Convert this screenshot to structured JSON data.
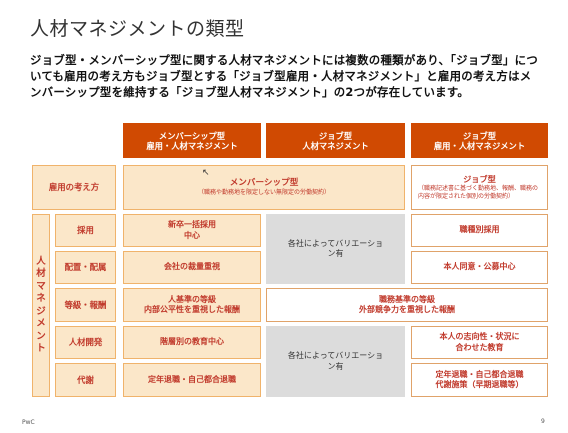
{
  "title": "人材マネジメントの類型",
  "intro": "ジョブ型・メンバーシップ型に関する人材マネジメントには複数の種類があり、「ジョブ型」についても雇用の考え方もジョブ型とする「ジョブ型雇用・人材マネジメント」と雇用の考え方はメンバーシップ型を維持する「ジョブ型人材マネジメント」の2つが存在しています。",
  "headers": {
    "membership": {
      "line1": "メンバーシップ型",
      "line2": "雇用・人材マネジメント"
    },
    "job_hr": {
      "line1": "ジョブ型",
      "line2": "人材マネジメント"
    },
    "job_emp": {
      "line1": "ジョブ型",
      "line2": "雇用・人材マネジメント"
    }
  },
  "rows": {
    "employment": {
      "label": "雇用の考え方",
      "membership_title": "メンバーシップ型",
      "membership_note": "（職務や勤務地を限定しない無限定の労働契約）",
      "job_title": "ジョブ型",
      "job_note": "（職務記述書に基づく勤務地、報酬、職務の内容が限定された個別の労働契約）"
    },
    "hiring": {
      "label": "採用",
      "membership": "新卒一括採用\n中心",
      "job_emp": "職種別採用"
    },
    "placement": {
      "label": "配置・配属",
      "membership": "会社の裁量重視",
      "job_emp": "本人同意・公募中心"
    },
    "grade": {
      "label": "等級・報酬",
      "membership": "人基準の等級\n内部公平性を重視した報酬",
      "job": "職務基準の等級\n外部競争力を重視した報酬"
    },
    "development": {
      "label": "人材開発",
      "membership": "階層別の教育中心",
      "job_emp": "本人の志向性・状況に\n合わせた教育"
    },
    "exit": {
      "label": "代謝",
      "membership": "定年退職・自己都合退職",
      "job_emp": "定年退職・自己都合退職\n代謝施策（早期退職等）"
    }
  },
  "variation_text": "各社によってバリエーション有",
  "vertical_label": [
    "人",
    "材",
    "マ",
    "ネ",
    "ジ",
    "メ",
    "ン",
    "ト"
  ],
  "footer": {
    "brand": "PwC",
    "page": "9"
  }
}
